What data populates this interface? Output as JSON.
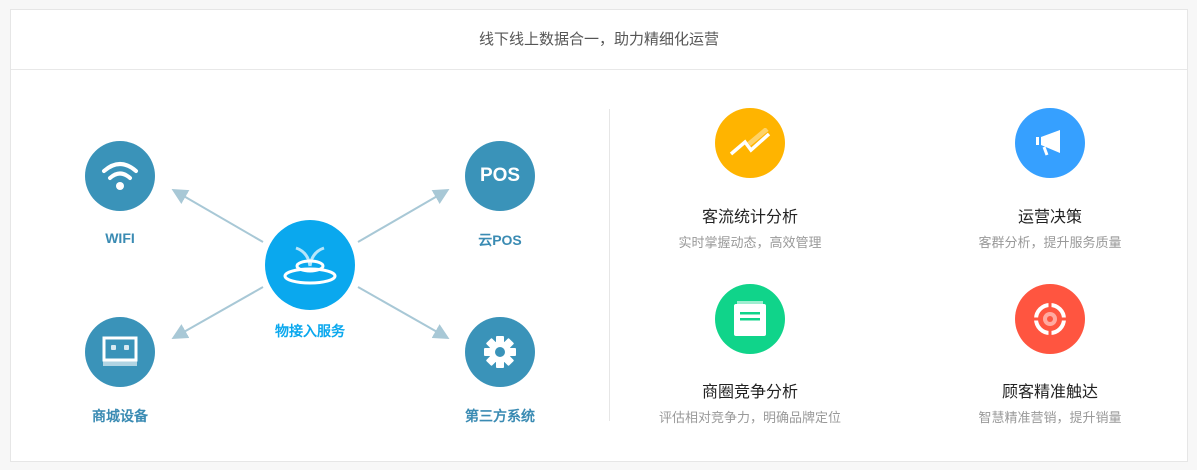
{
  "header": {
    "title": "线下线上数据合一，助力精细化运营"
  },
  "left": {
    "center": {
      "label": "物接入服务",
      "icon": "antenna-ring-icon"
    },
    "nodes": [
      {
        "label": "WIFI",
        "icon": "wifi-icon"
      },
      {
        "label": "云POS",
        "icon": "pos-icon",
        "icon_text": "POS"
      },
      {
        "label": "商城设备",
        "icon": "device-icon"
      },
      {
        "label": "第三方系统",
        "icon": "gear-icon"
      }
    ]
  },
  "right": {
    "features": [
      {
        "title": "客流统计分析",
        "subtitle": "实时掌握动态，高效管理",
        "icon": "trend-icon",
        "color": "#ffb400"
      },
      {
        "title": "运营决策",
        "subtitle": "客群分析，提升服务质量",
        "icon": "megaphone-icon",
        "color": "#36a0ff"
      },
      {
        "title": "商圈竞争分析",
        "subtitle": "评估相对竞争力，明确品牌定位",
        "icon": "document-icon",
        "color": "#10d48a"
      },
      {
        "title": "顾客精准触达",
        "subtitle": "智慧精准营销，提升销量",
        "icon": "target-icon",
        "color": "#ff5540"
      }
    ]
  },
  "colors": {
    "node": "#3a93b9",
    "center": "#0aa8ee",
    "arrow": "#a8c8d6"
  }
}
